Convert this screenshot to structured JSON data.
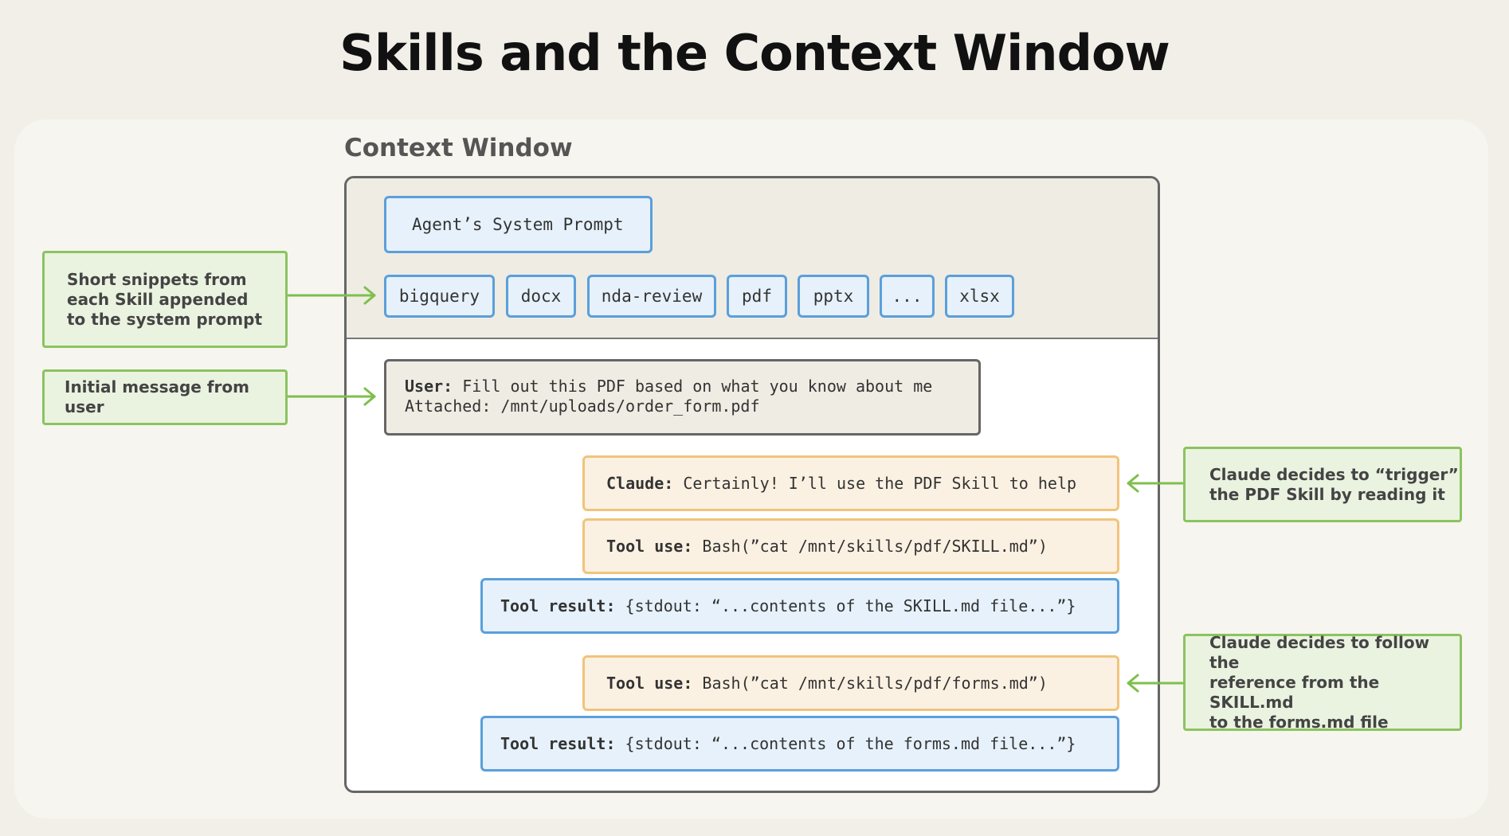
{
  "title": "Skills and the Context Window",
  "context_window": {
    "heading": "Context Window",
    "system_prompt": "Agent’s System Prompt",
    "skills": [
      "bigquery",
      "docx",
      "nda-review",
      "pdf",
      "pptx",
      "...",
      "xlsx"
    ],
    "user_message": {
      "label": "User:",
      "line1": " Fill out this PDF based on what you know about me",
      "line2": "Attached: /mnt/uploads/order_form.pdf"
    },
    "messages": [
      {
        "label": "Claude:",
        "text": " Certainly! I’ll use the PDF Skill to help"
      },
      {
        "label": "Tool use:",
        "text": " Bash(”cat /mnt/skills/pdf/SKILL.md”)"
      },
      {
        "label": "Tool result:",
        "text": " {stdout: “...contents of the SKILL.md file...”}"
      },
      {
        "label": "Tool use:",
        "text": " Bash(”cat /mnt/skills/pdf/forms.md”)"
      },
      {
        "label": "Tool result:",
        "text": " {stdout: “...contents of the forms.md file...”}"
      }
    ]
  },
  "annotations": {
    "snippets": [
      "Short snippets from",
      "each Skill appended",
      "to the system prompt"
    ],
    "initial": "Initial message from user",
    "trigger": [
      "Claude decides to “trigger”",
      "the PDF Skill by reading it"
    ],
    "follow": [
      "Claude decides to follow the",
      "reference from the SKILL.md",
      "to the forms.md file"
    ]
  },
  "colors": {
    "annotation_border": "#8cc360",
    "annotation_fill": "#eaf3e0",
    "blue_border": "#5b9fdb",
    "orange_border": "#f0c47c",
    "arrow": "#7fbf4d"
  }
}
